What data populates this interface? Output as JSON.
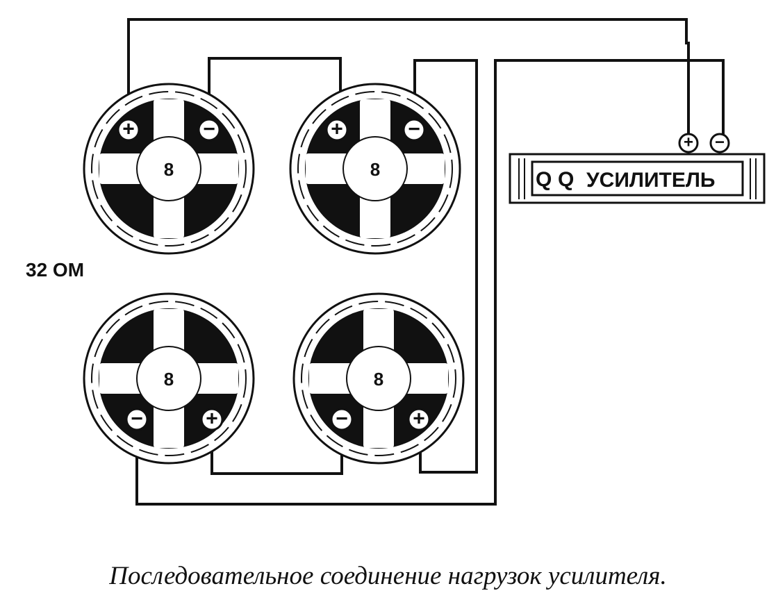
{
  "circuit": {
    "total_impedance": "32 OM",
    "speakers": [
      {
        "id": "top-left",
        "impedance": "8",
        "terminals": [
          "+",
          "−"
        ]
      },
      {
        "id": "top-right",
        "impedance": "8",
        "terminals": [
          "+",
          "−"
        ]
      },
      {
        "id": "bottom-left",
        "impedance": "8",
        "terminals": [
          "−",
          "+"
        ]
      },
      {
        "id": "bottom-right",
        "impedance": "8",
        "terminals": [
          "−",
          "+"
        ]
      }
    ],
    "amplifier": {
      "label": "УСИЛИТЕЛЬ",
      "knobs": [
        "Q",
        "Q"
      ],
      "terminals": [
        "+",
        "−"
      ]
    }
  },
  "caption": "Последовательное соединение нагрузок усилителя."
}
